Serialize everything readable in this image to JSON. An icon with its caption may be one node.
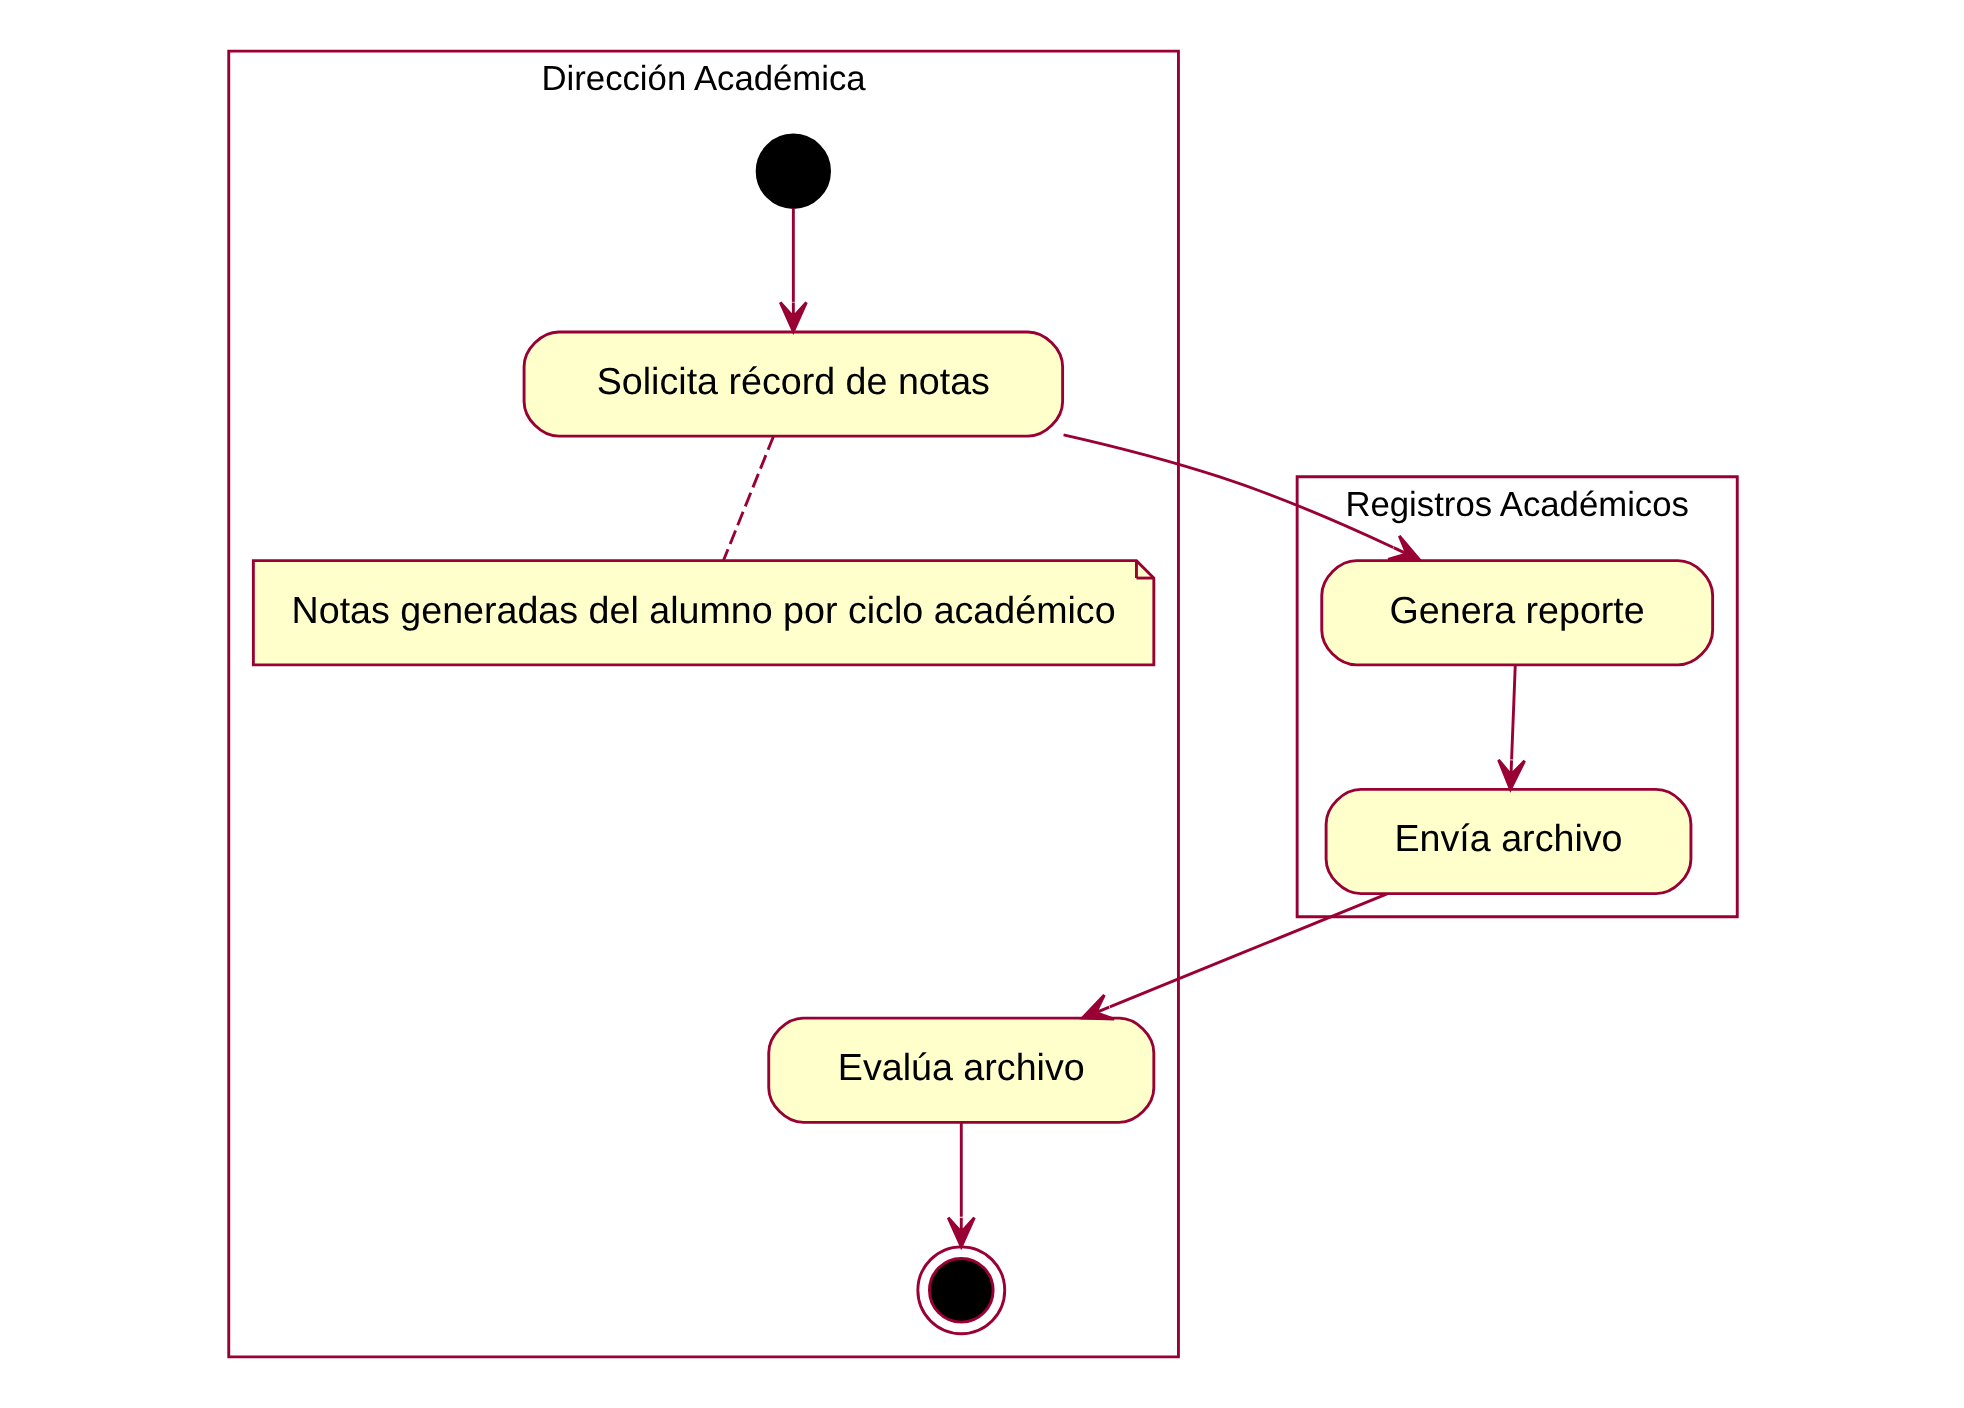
{
  "diagram": {
    "nodes": [
      {
        "text": [
          "Dirección Académica"
        ]
      },
      {
        "text": [
          "Registros Académicos"
        ]
      },
      {
        "text": [],
        "shape": "circle",
        "in": 0
      },
      {
        "text": [
          "Solicita récord de notas"
        ],
        "in": 0
      },
      {
        "text": [
          "Notas generadas del alumno por ciclo académico"
        ],
        "in": 0
      },
      {
        "text": [
          "Evalúa archivo"
        ],
        "in": 0
      },
      {
        "text": [],
        "shape": "circle",
        "in": 0
      },
      {
        "text": [
          "Genera reporte"
        ],
        "in": 1
      },
      {
        "text": [
          "Envía archivo"
        ],
        "in": 1
      }
    ],
    "edges": [
      {
        "from": 2,
        "to": 3,
        "arrow": "to"
      },
      {
        "from": 3,
        "to": 7,
        "arrow": "to"
      },
      {
        "from": 3,
        "to": 4,
        "arrow": "none",
        "style": "dashed"
      },
      {
        "from": 7,
        "to": 8,
        "arrow": "to"
      },
      {
        "from": 8,
        "to": 5,
        "arrow": "to"
      },
      {
        "from": 5,
        "to": 6,
        "arrow": "to"
      }
    ]
  }
}
